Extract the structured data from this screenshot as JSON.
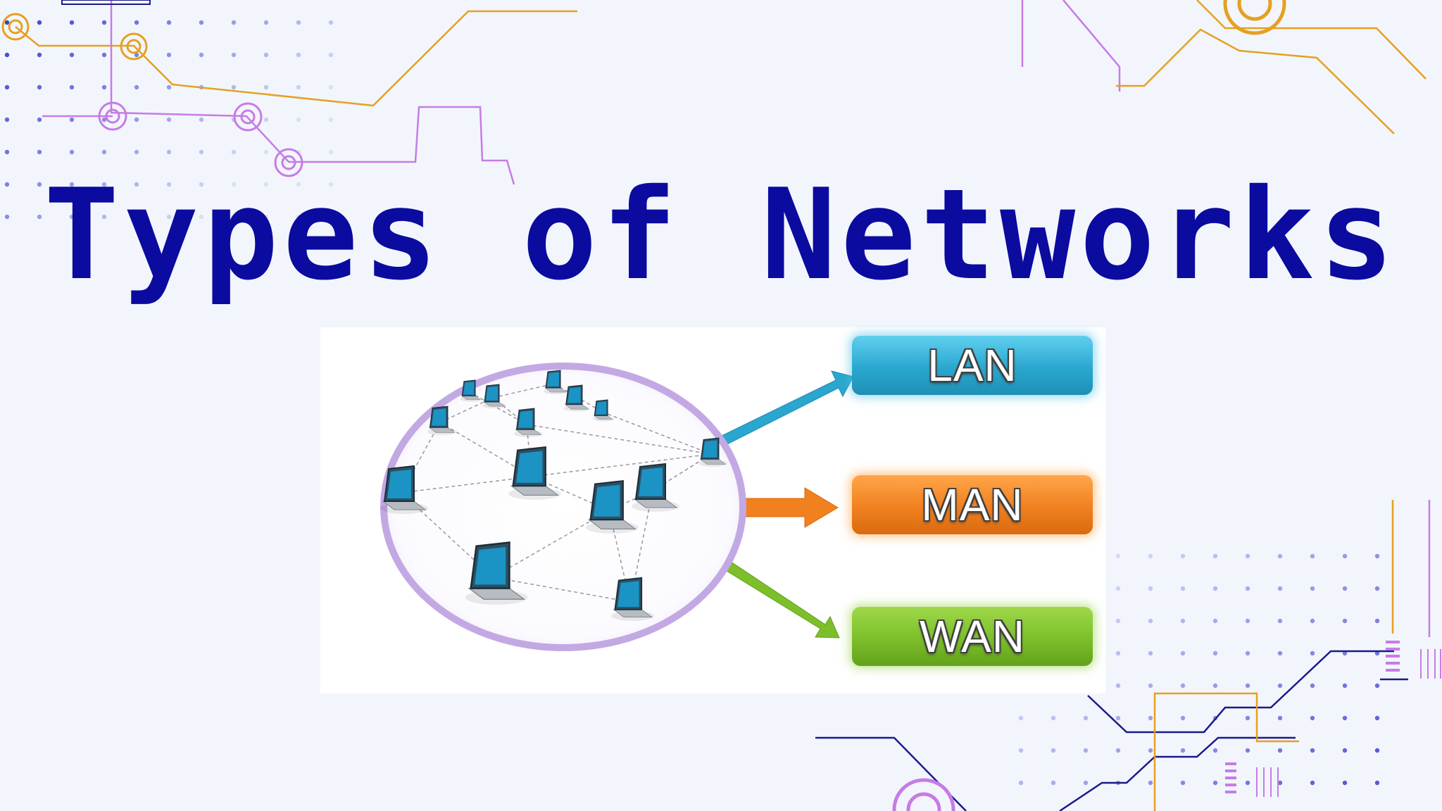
{
  "slide": {
    "title": "Types of Networks"
  },
  "network_types": {
    "lan": "LAN",
    "man": "MAN",
    "wan": "WAN"
  },
  "colors": {
    "background": "#f2f6fc",
    "title": "#0b0ba0",
    "circuit_orange": "#e6a020",
    "circuit_purple": "#c77be6",
    "circuit_navy": "#1a1a8a",
    "lan_box": "#2aa7cf",
    "man_box": "#f1801f",
    "wan_box": "#7cbf2a",
    "network_ring": "#c3a9e3"
  },
  "icons": [
    "laptop-icon",
    "arrow-icon",
    "circuit-node-icon"
  ]
}
